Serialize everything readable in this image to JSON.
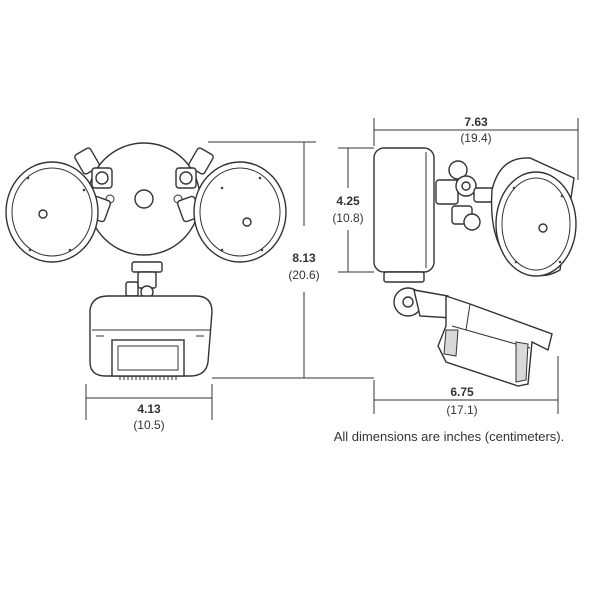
{
  "dimensions": {
    "top_width": {
      "inches": "7.63",
      "cm": "(19.4)"
    },
    "upper_height": {
      "inches": "4.25",
      "cm": "(10.8)"
    },
    "total_height": {
      "inches": "8.13",
      "cm": "(20.6)"
    },
    "front_width": {
      "inches": "4.13",
      "cm": "(10.5)"
    },
    "side_depth": {
      "inches": "6.75",
      "cm": "(17.1)"
    }
  },
  "note": "All dimensions are inches (centimeters).",
  "colors": {
    "line": "#333333",
    "background": "#ffffff"
  }
}
